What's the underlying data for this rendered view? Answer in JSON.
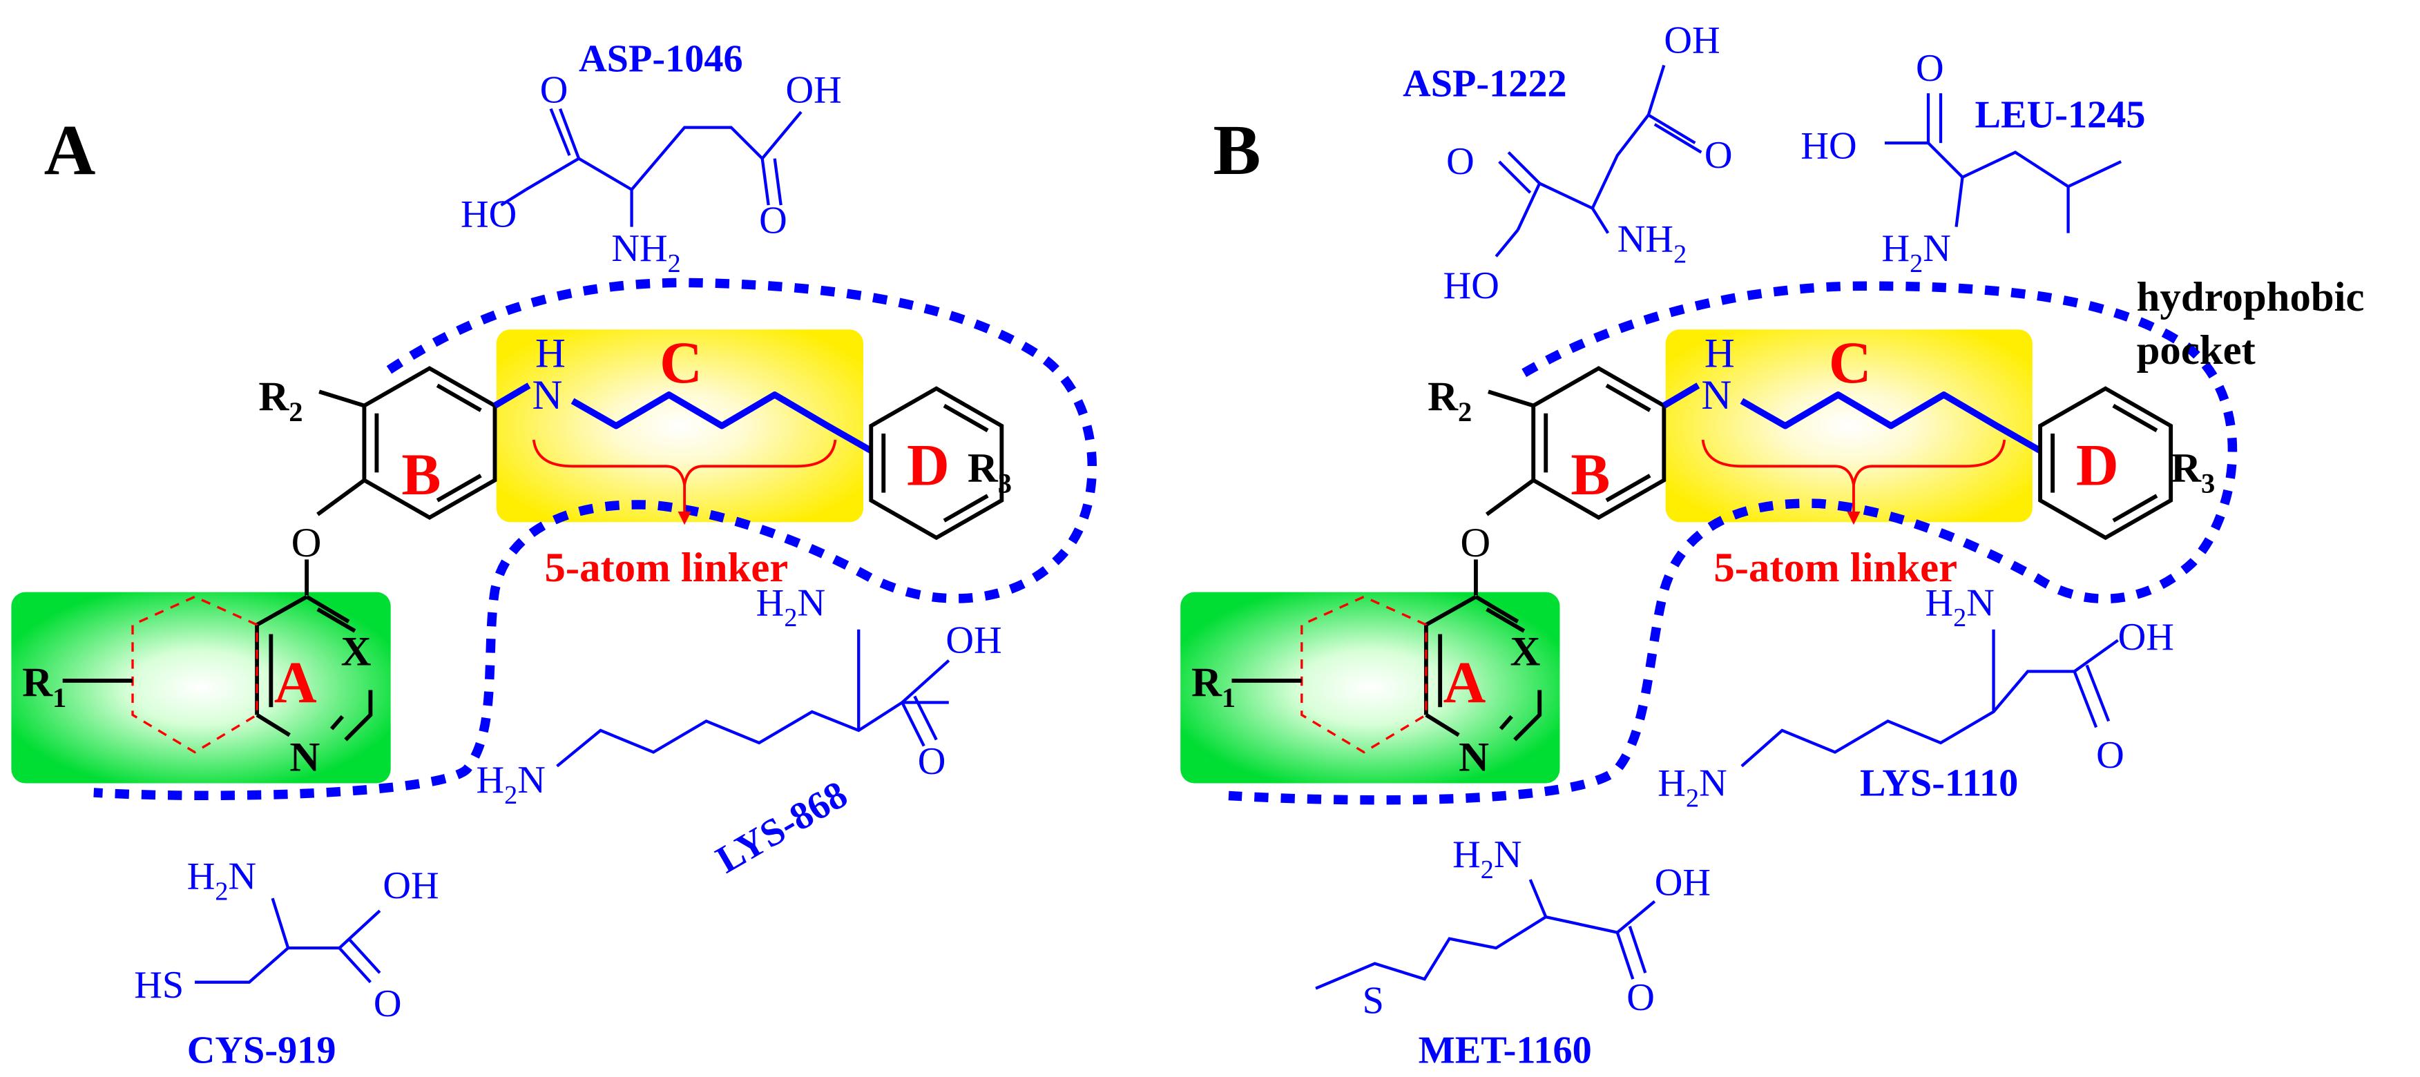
{
  "figure": {
    "colors": {
      "residue": "#0000ff",
      "ring_label": "#ff0000",
      "scaffold": "#000000",
      "green_box": "#00dd33",
      "yellow_box": "#ffee00"
    },
    "panels": [
      {
        "label": "A",
        "rings": {
          "a": "A",
          "b": "B",
          "c": "C",
          "d": "D"
        },
        "substituents": {
          "r1": "R1",
          "r2": "R2",
          "r3": "R3",
          "o": "O",
          "x": "X",
          "n": "N",
          "nh_h": "H",
          "nh_n": "N"
        },
        "linker_label": "5-atom linker",
        "pocket_label": "",
        "residues": [
          {
            "name": "ASP-1046",
            "atoms": [
              "O",
              "OH",
              "HO",
              "O",
              "NH",
              "2"
            ]
          },
          {
            "name": "LYS-868",
            "atoms": [
              "H",
              "2",
              "N",
              "OH",
              "O",
              "H",
              "2",
              "N"
            ]
          },
          {
            "name": "CYS-919",
            "atoms": [
              "H",
              "2",
              "N",
              "OH",
              "HS",
              "O"
            ]
          }
        ]
      },
      {
        "label": "B",
        "rings": {
          "a": "A",
          "b": "B",
          "c": "C",
          "d": "D"
        },
        "substituents": {
          "r1": "R1",
          "r2": "R2",
          "r3": "R3",
          "o": "O",
          "x": "X",
          "n": "N",
          "nh_h": "H",
          "nh_n": "N"
        },
        "linker_label": "5-atom linker",
        "pocket_label": "hydrophobic pocket",
        "pocket_label_lines": [
          "hydrophobic",
          "pocket"
        ],
        "residues": [
          {
            "name": "ASP-1222",
            "atoms": [
              "OH",
              "O",
              "O",
              "HO",
              "NH",
              "2"
            ]
          },
          {
            "name": "LEU-1245",
            "atoms": [
              "O",
              "HO",
              "H",
              "2",
              "N"
            ]
          },
          {
            "name": "LYS-1110",
            "atoms": [
              "H",
              "2",
              "N",
              "OH",
              "O",
              "H",
              "2",
              "N"
            ]
          },
          {
            "name": "MET-1160",
            "atoms": [
              "H",
              "2",
              "N",
              "OH",
              "O",
              "S"
            ]
          }
        ]
      }
    ]
  }
}
